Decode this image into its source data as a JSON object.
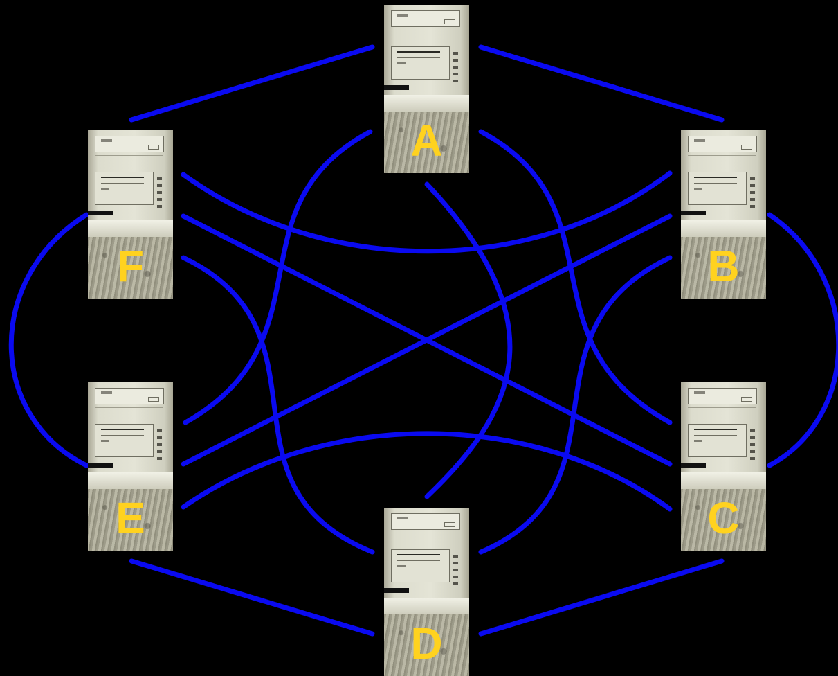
{
  "diagram": {
    "nodes": [
      {
        "id": "A",
        "label": "A",
        "icon": "desktop-tower-computer"
      },
      {
        "id": "B",
        "label": "B",
        "icon": "desktop-tower-computer"
      },
      {
        "id": "C",
        "label": "C",
        "icon": "desktop-tower-computer"
      },
      {
        "id": "D",
        "label": "D",
        "icon": "desktop-tower-computer"
      },
      {
        "id": "E",
        "label": "E",
        "icon": "desktop-tower-computer"
      },
      {
        "id": "F",
        "label": "F",
        "icon": "desktop-tower-computer"
      }
    ],
    "edges": [
      [
        "A",
        "B"
      ],
      [
        "A",
        "C"
      ],
      [
        "A",
        "D"
      ],
      [
        "A",
        "E"
      ],
      [
        "A",
        "F"
      ],
      [
        "B",
        "C"
      ],
      [
        "B",
        "D"
      ],
      [
        "B",
        "E"
      ],
      [
        "B",
        "F"
      ],
      [
        "C",
        "D"
      ],
      [
        "C",
        "E"
      ],
      [
        "C",
        "F"
      ],
      [
        "D",
        "E"
      ],
      [
        "D",
        "F"
      ],
      [
        "E",
        "F"
      ]
    ],
    "colors": {
      "background": "#000000",
      "link": "#0a0af0",
      "label": "#ffd21f"
    }
  }
}
